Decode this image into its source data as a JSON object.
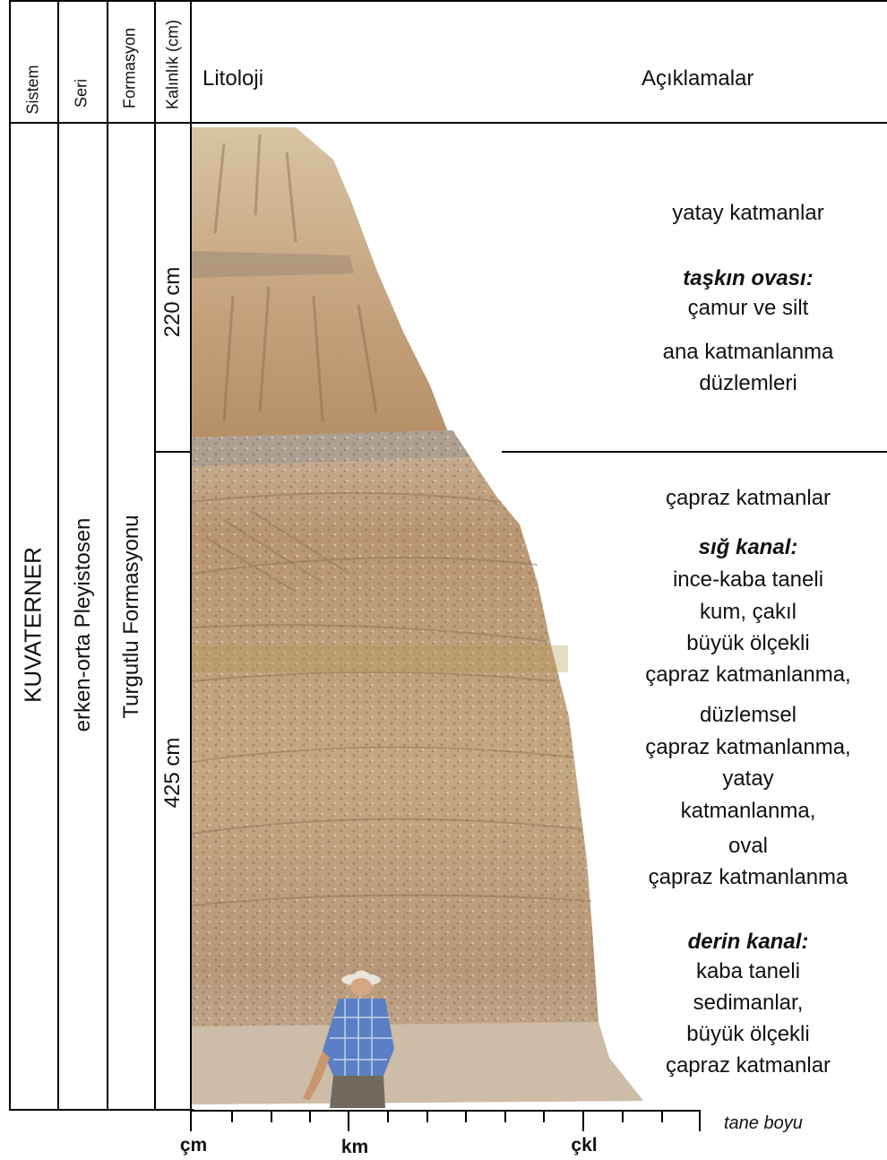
{
  "headers": {
    "sistem": "Sistem",
    "seri": "Seri",
    "formasyon": "Formasyon",
    "kalinlik": "Kalınlık (cm)",
    "litoloji": "Litoloji",
    "aciklamalar": "Açıklamalar"
  },
  "columns": {
    "sistem": "KUVATERNER",
    "seri": "erken-orta Pleyistosen",
    "formasyon": "Turgutlu Formasyonu"
  },
  "units": [
    {
      "thickness": "220 cm",
      "notes": [
        "yatay katmanlar"
      ],
      "facies": "taşkın ovası:",
      "facies_notes": [
        "çamur ve silt",
        "ana katmanlanma",
        "düzlemleri"
      ]
    },
    {
      "thickness": "425 cm",
      "notes": [
        "çapraz katmanlar"
      ],
      "facies": "sığ kanal:",
      "facies_notes": [
        "ince-kaba taneli",
        "kum, çakıl",
        "büyük ölçekli",
        "çapraz katmanlanma,",
        "düzlemsel",
        "çapraz katmanlanma,",
        "yatay",
        "katmanlanma,",
        "oval",
        "çapraz katmanlanma"
      ],
      "facies2": "derin kanal:",
      "facies2_notes": [
        "kaba taneli",
        "sedimanlar,",
        "büyük ölçekli",
        "çapraz katmanlar"
      ]
    }
  ],
  "grain_axis": {
    "labels": [
      "çm",
      "km",
      "çkl"
    ],
    "title": "tane boyu"
  },
  "colors": {
    "rock_light": "#d9c3a3",
    "rock_mid": "#c4a079",
    "rock_dark": "#9a7a58",
    "shirt": "#5b7fc4",
    "hat": "#e8e4da"
  }
}
